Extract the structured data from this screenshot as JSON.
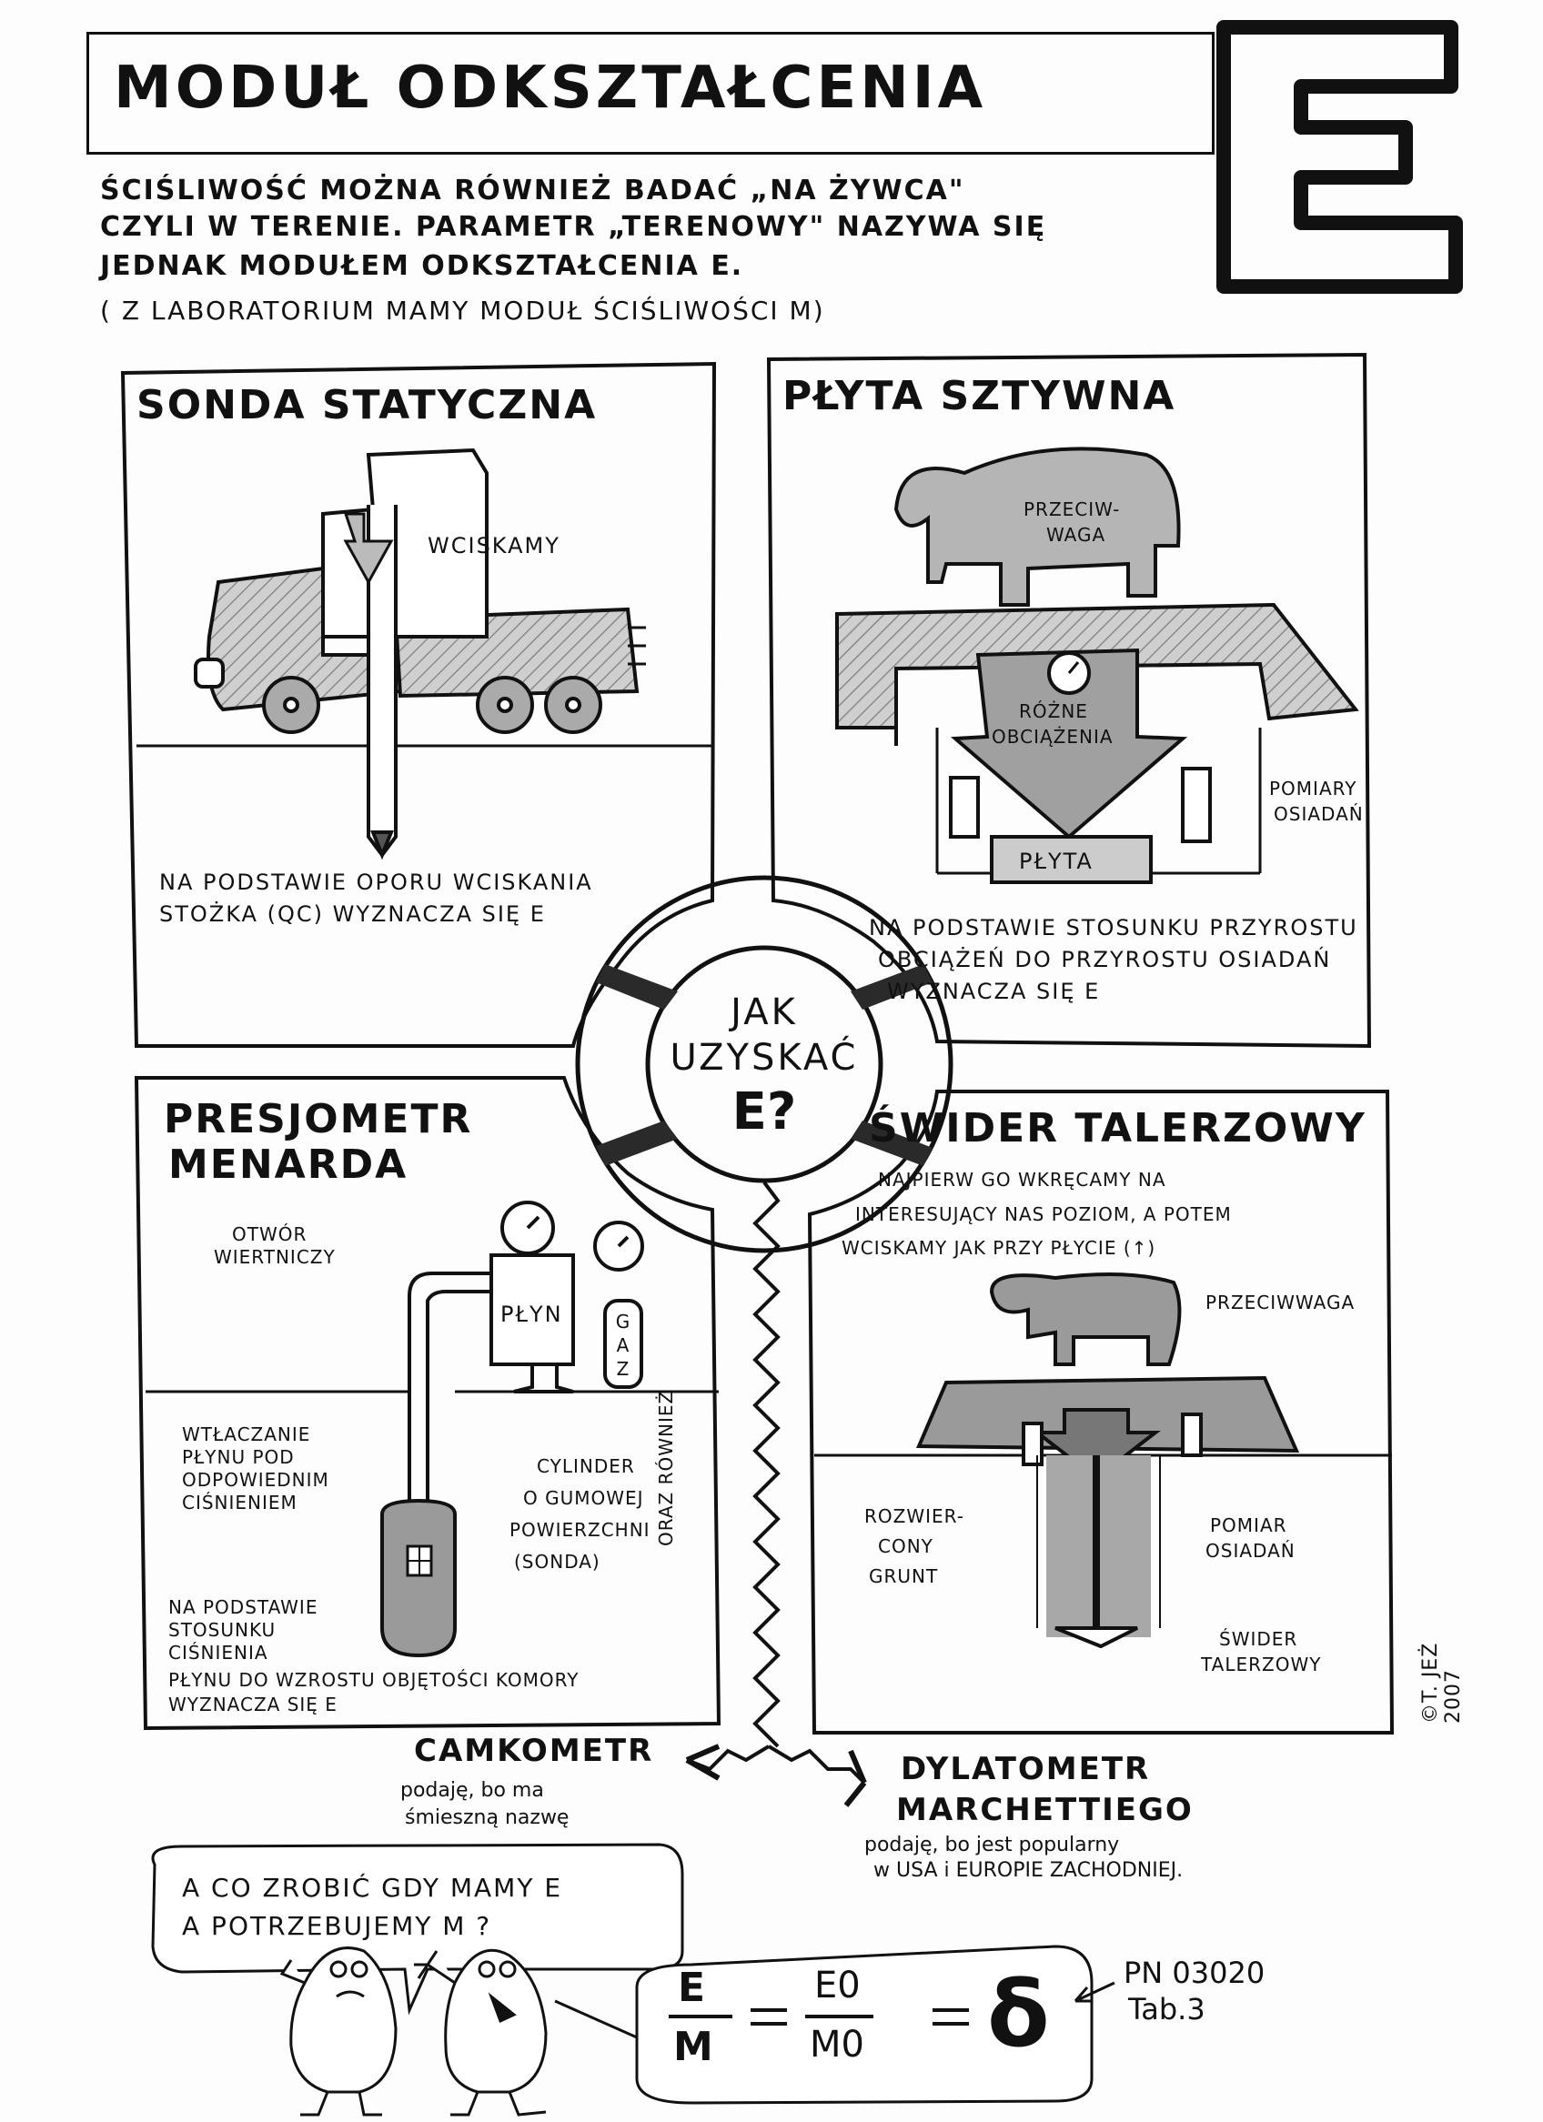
{
  "header": {
    "title": "Moduł odkształcenia",
    "big_letter": "E"
  },
  "intro": {
    "line1": "Ściśliwość można również badać „na żywca\"",
    "line2": "czyli w terenie. Parametr „terenowy\" nazywa się",
    "line3": "jednak modułem odkształcenia E.",
    "line4": "( z laboratorium mamy moduł ściśliwości M)"
  },
  "center": {
    "line1": "JAK",
    "line2": "UZYSKAĆ",
    "line3": "E?"
  },
  "panels": {
    "sonda": {
      "title": "Sonda statyczna",
      "label_push": "WCISKAMY",
      "caption1": "Na podstawie oporu wciskania",
      "caption2": "stożka (qc) wyznacza się E"
    },
    "plyta": {
      "title": "Płyta sztywna",
      "label_counterweight1": "PRZECIW-",
      "label_counterweight2": "WAGA",
      "label_loads1": "RÓŻNE",
      "label_loads2": "OBCIĄŻENIA",
      "label_plate": "PŁYTA",
      "label_measure1": "POMIARY",
      "label_measure2": "OSIADAŃ",
      "caption1": "Na podstawie stosunku przyrostu",
      "caption2": "obciążeń do przyrostu osiadań",
      "caption3": "wyznacza się E"
    },
    "presjometr": {
      "title1": "Presjometr",
      "title2": "Menarda",
      "label_hole1": "OTWÓR",
      "label_hole2": "WIERTNICZY",
      "label_fluid": "PŁYN",
      "label_gas": "GAZ",
      "label_inject1": "WTŁACZANIE",
      "label_inject2": "PŁYNU POD",
      "label_inject3": "ODPOWIEDNIM",
      "label_inject4": "CIŚNIENIEM",
      "label_cyl1": "CYLINDER",
      "label_cyl2": "O GUMOWEJ",
      "label_cyl3": "POWIERZCHNI",
      "label_cyl4": "(SONDA)",
      "caption1": "Na podstawie",
      "caption2": "stosunku",
      "caption3": "ciśnienia",
      "caption4": "płynu do wzrostu objętości komory",
      "caption5": "wyznacza się E"
    },
    "swider": {
      "title": "Świder talerzowy",
      "text1": "Najpierw go wkręcamy na",
      "text2": "interesujący nas poziom, a potem",
      "text3": "wciskamy jak przy płycie (↑)",
      "label_counterweight": "PRZECIWWAGA",
      "label_soil1": "ROZWIER-",
      "label_soil2": "CONY",
      "label_soil3": "GRUNT",
      "label_measure1": "POMIAR",
      "label_measure2": "OSIADAŃ",
      "label_auger1": "ŚWIDER",
      "label_auger2": "TALERZOWY"
    }
  },
  "also": {
    "vertical_label": "ORAZ RÓWNIEŻ",
    "left_name": "CAMKOMETR",
    "left_note1": "podaję, bo ma",
    "left_note2": "śmieszną nazwę",
    "right_name1": "DYLATOMETR",
    "right_name2": "MARCHETTIEGO",
    "right_note1": "podaję, bo jest popularny",
    "right_note2": "w USA i EUROPIE ZACHODNIEJ."
  },
  "bubble": {
    "line1": "A co zrobić gdy mamy E",
    "line2": "a potrzebujemy M ?"
  },
  "formula": {
    "num1": "E",
    "den1": "M",
    "eq1": "=",
    "num2": "E0",
    "den2": "M0",
    "eq2": "=",
    "delta": "δ",
    "ref1": "PN 03020",
    "ref2": "Tab.3"
  },
  "signature": "©T. JEŻ 2007"
}
